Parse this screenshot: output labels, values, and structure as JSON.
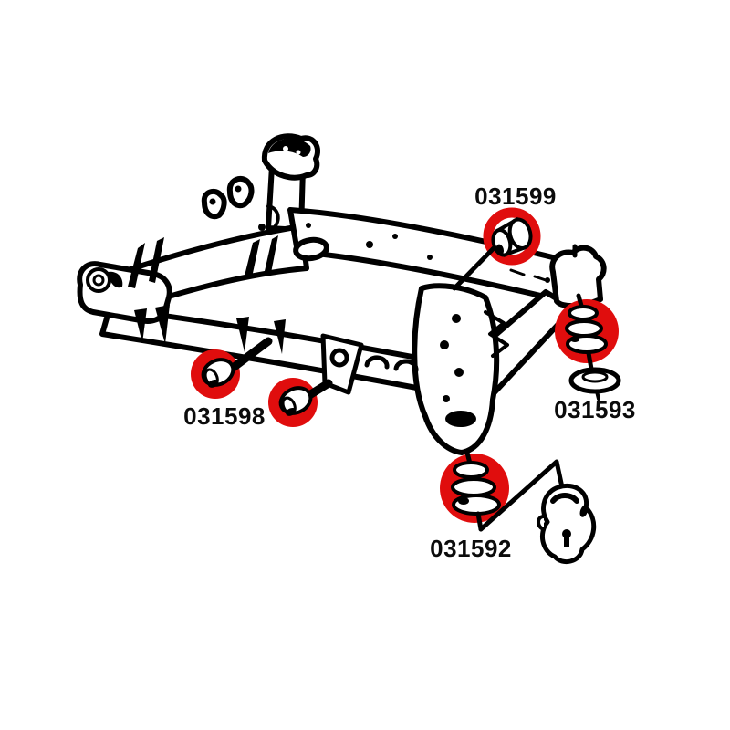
{
  "diagram": {
    "background_color": "#ffffff",
    "line_color": "#000000",
    "highlight_color": "#e00d0d",
    "labels": [
      {
        "part_number": "031599",
        "marker": "red-ring-outline"
      },
      {
        "part_number": "031598",
        "marker": "red-filled-circle-pair"
      },
      {
        "part_number": "031593",
        "marker": "red-filled-circle"
      },
      {
        "part_number": "031592",
        "marker": "red-filled-circle"
      }
    ]
  }
}
